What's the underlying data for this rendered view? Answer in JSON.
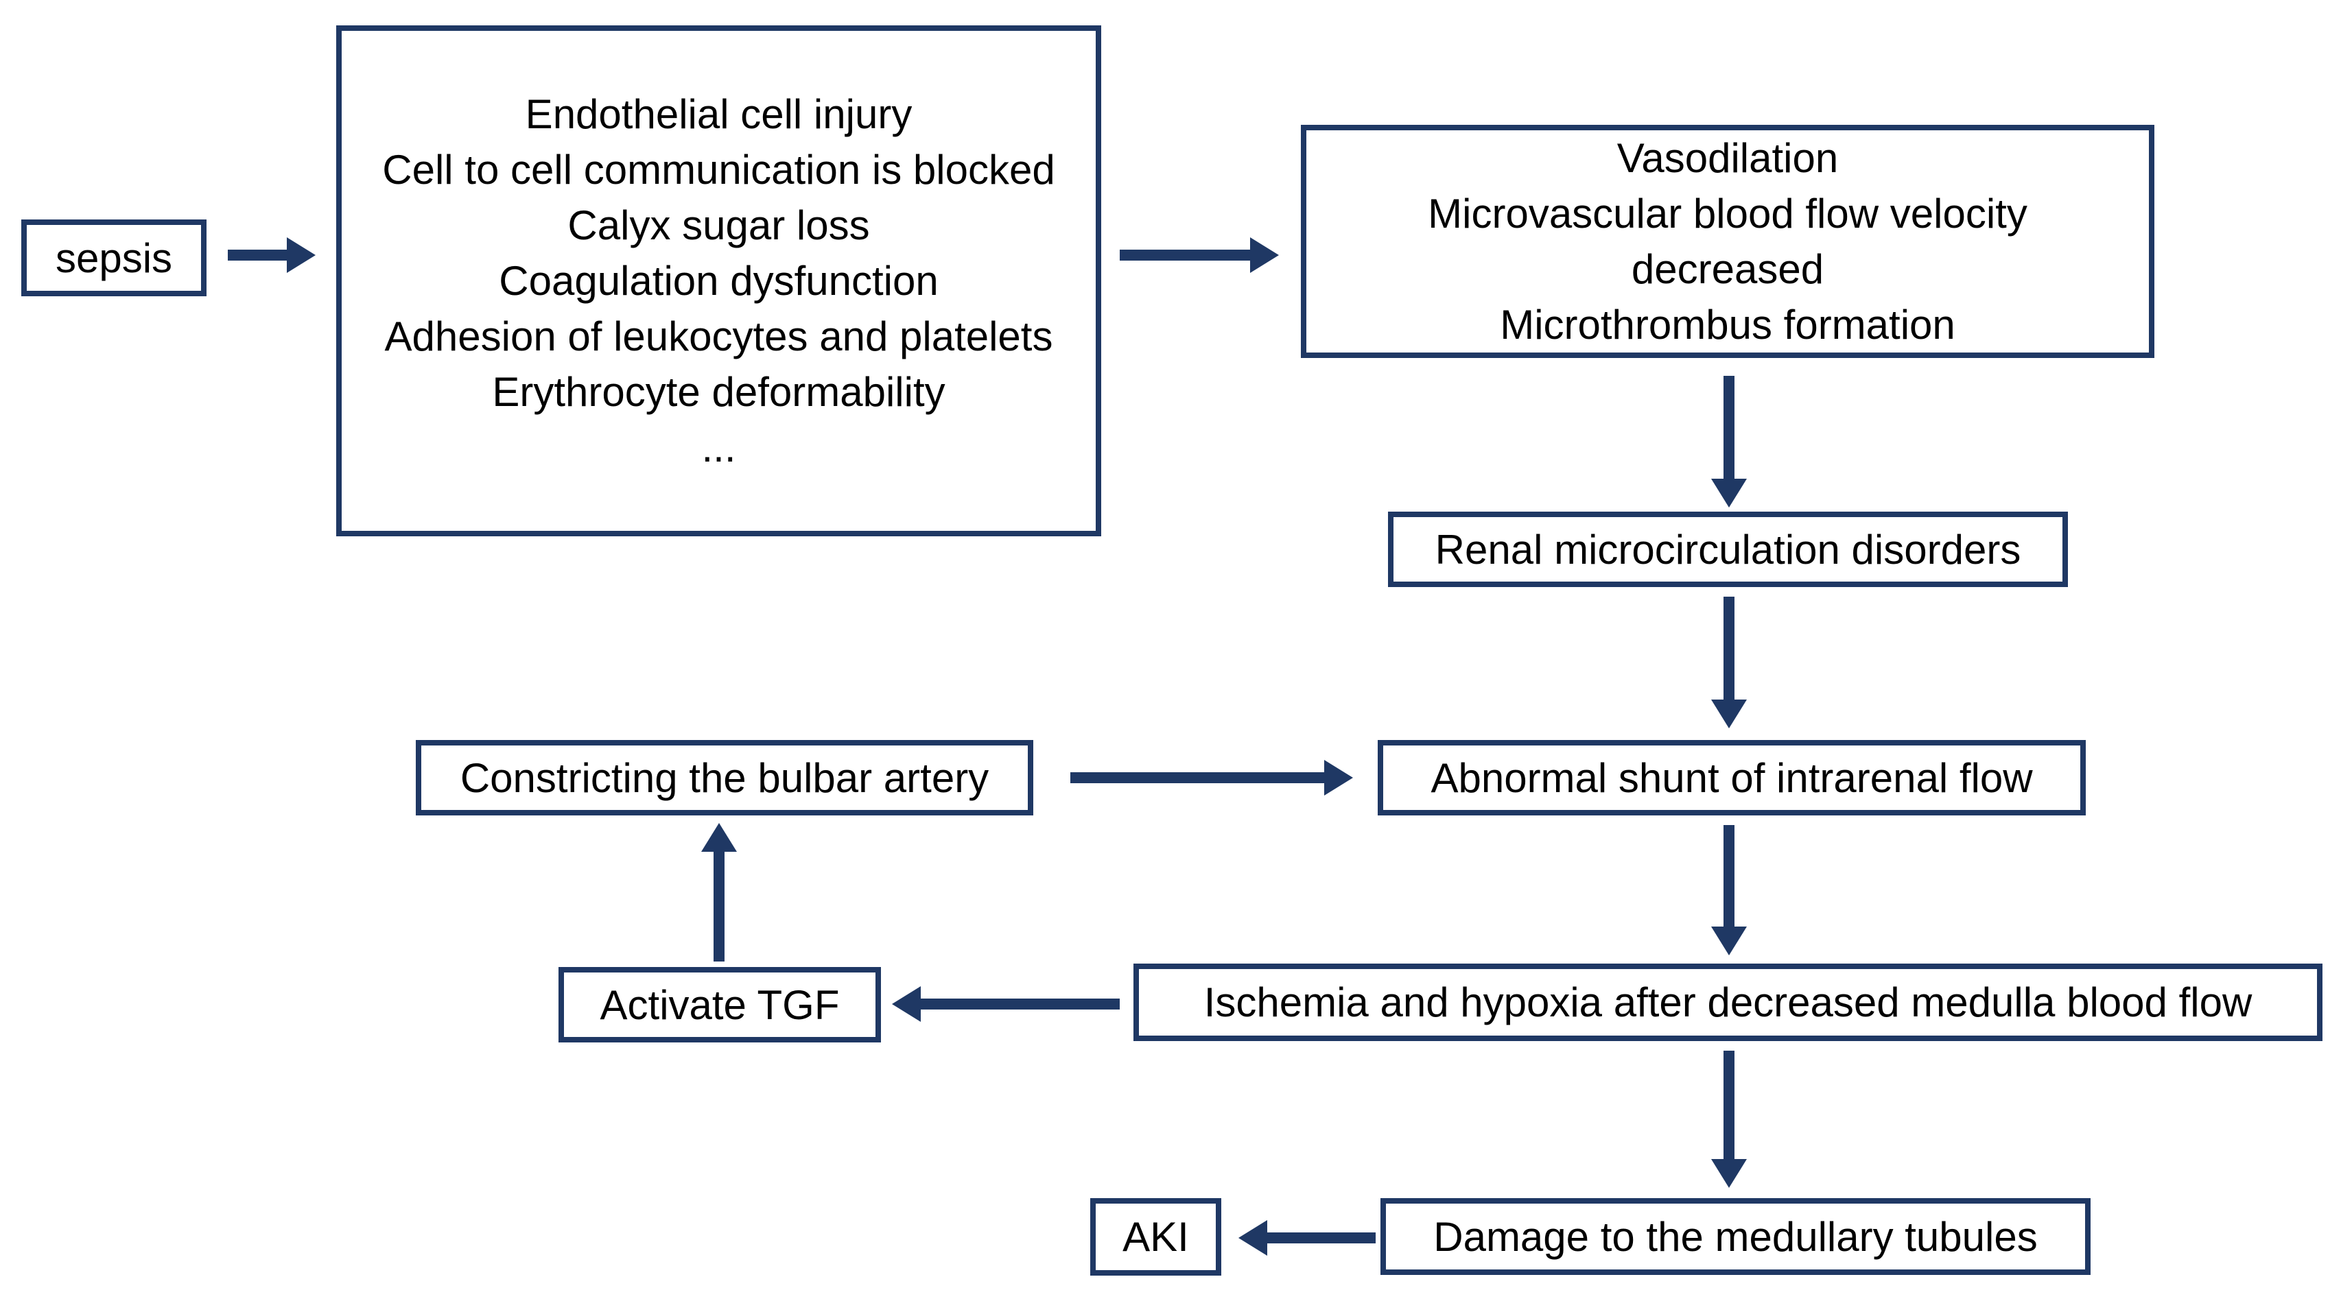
{
  "diagram": {
    "type": "flowchart",
    "topic": "Mechanism of sepsis-induced renal microcirculation disorder leading to AKI",
    "colors": {
      "box_border": "#1f3864",
      "arrow": "#1f3864",
      "text": "#000000",
      "background": "#ffffff"
    },
    "nodes": {
      "sepsis": {
        "label": "sepsis"
      },
      "endothelial_injury": {
        "label": "Endothelial cell injury\nCell to cell communication is blocked\nCalyx sugar loss\nCoagulation dysfunction\nAdhesion of leukocytes and platelets\nErythrocyte deformability\n..."
      },
      "vasodilation": {
        "label": "Vasodilation\nMicrovascular blood flow velocity decreased\nMicrothrombus formation"
      },
      "renal_microcirculation": {
        "label": "Renal microcirculation disorders"
      },
      "constricting_bulbar_artery": {
        "label": "Constricting the bulbar artery"
      },
      "abnormal_shunt": {
        "label": "Abnormal shunt of intrarenal flow"
      },
      "activate_tgf": {
        "label": "Activate TGF"
      },
      "ischemia_hypoxia": {
        "label": "Ischemia and hypoxia after decreased medulla blood flow"
      },
      "damage_medullary_tubules": {
        "label": "Damage to the medullary tubules"
      },
      "aki": {
        "label": "AKI"
      }
    },
    "edges": [
      {
        "from": "sepsis",
        "to": "endothelial_injury",
        "direction": "right"
      },
      {
        "from": "endothelial_injury",
        "to": "vasodilation",
        "direction": "right"
      },
      {
        "from": "vasodilation",
        "to": "renal_microcirculation",
        "direction": "down"
      },
      {
        "from": "renal_microcirculation",
        "to": "abnormal_shunt",
        "direction": "down"
      },
      {
        "from": "constricting_bulbar_artery",
        "to": "abnormal_shunt",
        "direction": "right"
      },
      {
        "from": "abnormal_shunt",
        "to": "ischemia_hypoxia",
        "direction": "down"
      },
      {
        "from": "ischemia_hypoxia",
        "to": "activate_tgf",
        "direction": "left"
      },
      {
        "from": "activate_tgf",
        "to": "constricting_bulbar_artery",
        "direction": "up"
      },
      {
        "from": "ischemia_hypoxia",
        "to": "damage_medullary_tubules",
        "direction": "down"
      },
      {
        "from": "damage_medullary_tubules",
        "to": "aki",
        "direction": "left"
      }
    ]
  }
}
